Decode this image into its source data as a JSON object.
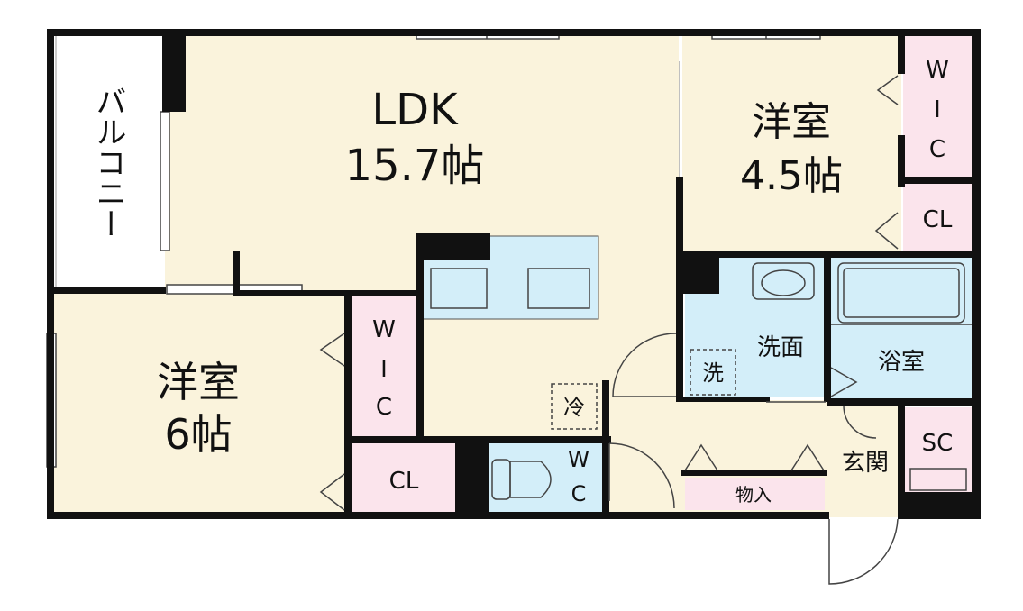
{
  "rooms": {
    "ldk": {
      "name": "LDK",
      "size": "15.7帖"
    },
    "western_small": {
      "name": "洋室",
      "size": "4.5帖"
    },
    "western_large": {
      "name": "洋室",
      "size": "6帖"
    },
    "balcony": {
      "name": "バルコニー"
    },
    "wic_top": {
      "line1": "W",
      "line2": "I",
      "line3": "C"
    },
    "wic_mid": {
      "line1": "W",
      "line2": "I",
      "line3": "C"
    },
    "cl_top": "CL",
    "cl_bottom": "CL",
    "wc": {
      "line1": "W",
      "line2": "C"
    },
    "washroom": "洗面",
    "washer": "洗",
    "fridge": "冷",
    "bath": "浴室",
    "entrance": "玄関",
    "shoe_closet": "SC",
    "storage": "物入"
  },
  "colors": {
    "floor": "#faf3dc",
    "closet": "#fbe4ec",
    "water": "#d3eef9",
    "wall": "#111111",
    "balcony": "#ffffff"
  }
}
